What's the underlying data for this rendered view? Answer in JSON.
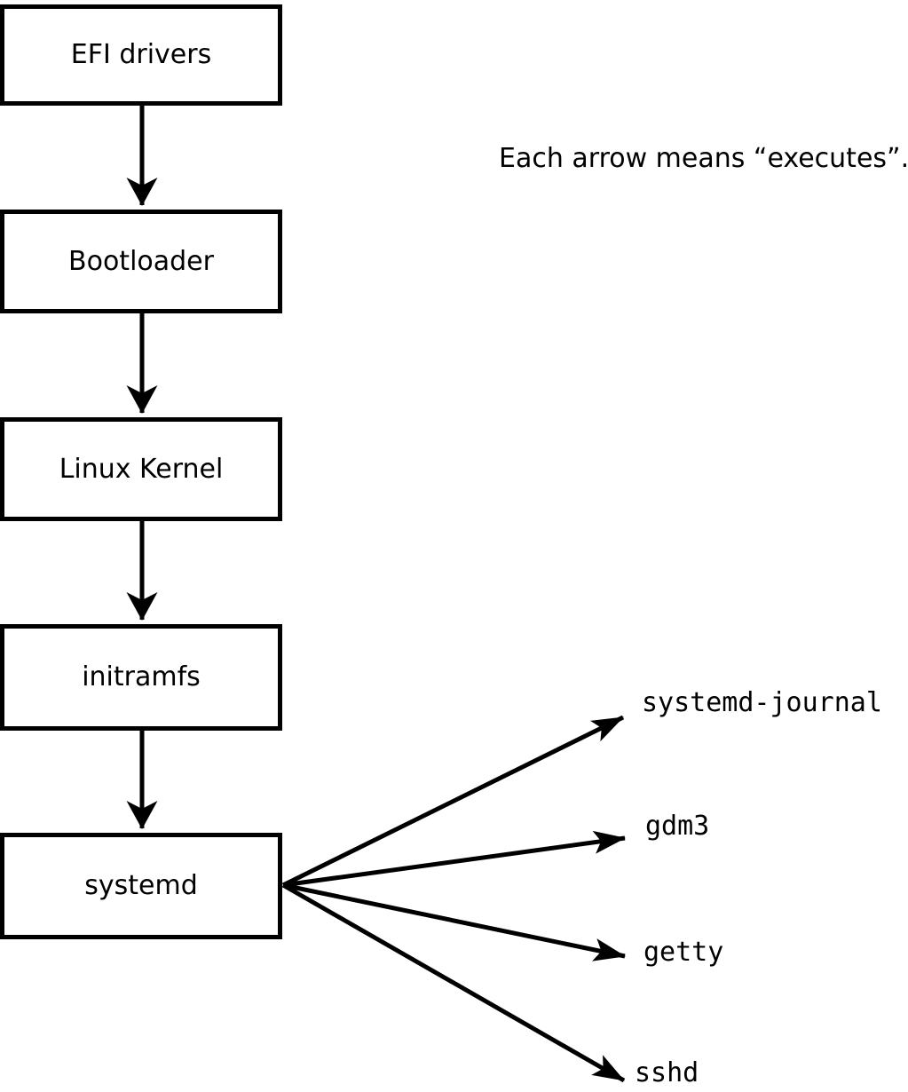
{
  "diagram": {
    "note": "Each arrow means “executes”.",
    "chain": [
      {
        "label": "EFI drivers"
      },
      {
        "label": "Bootloader"
      },
      {
        "label": "Linux Kernel"
      },
      {
        "label": "initramfs"
      },
      {
        "label": "systemd"
      }
    ],
    "services": [
      {
        "label": "systemd-journal"
      },
      {
        "label": "gdm3"
      },
      {
        "label": "getty"
      },
      {
        "label": "sshd"
      }
    ],
    "colors": {
      "stroke": "#000000",
      "background": "#ffffff",
      "box_fill": "#ffffff"
    }
  }
}
